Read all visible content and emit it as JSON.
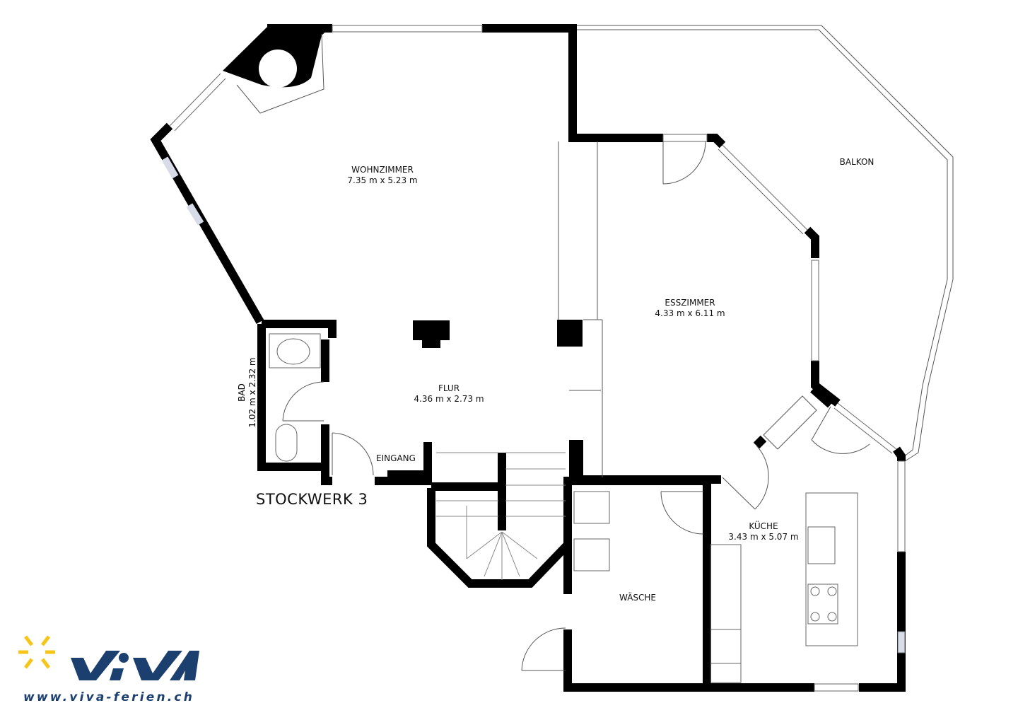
{
  "plan": {
    "floor_title": "STOCKWERK 3",
    "rooms": {
      "wohnzimmer": {
        "name": "WOHNZIMMER",
        "size": "7.35 m x 5.23 m"
      },
      "esszimmer": {
        "name": "ESSZIMMER",
        "size": "4.33 m x 6.11 m"
      },
      "flur": {
        "name": "FLUR",
        "size": "4.36 m x 2.73 m"
      },
      "bad": {
        "name": "BAD",
        "size": "1.02 m x 2.32 m"
      },
      "kueche": {
        "name": "KÜCHE",
        "size": "3.43 m x 5.07 m"
      },
      "balkon": {
        "name": "BALKON"
      },
      "waesche": {
        "name": "WÄSCHE"
      },
      "eingang": {
        "name": "EINGANG"
      }
    }
  },
  "logo": {
    "brand": "VIVA",
    "url": "www.viva-ferien.ch",
    "colors": {
      "blue": "#1b3f6e",
      "yellow": "#f5c518"
    }
  },
  "colors": {
    "wall": "#000000",
    "window": "#d8dbe8"
  }
}
